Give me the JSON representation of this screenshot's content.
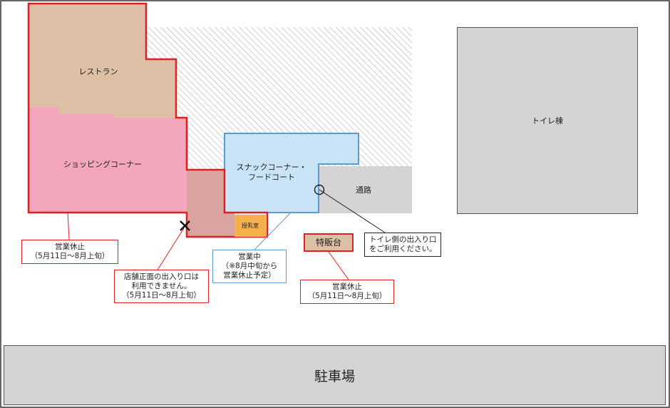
{
  "areas": {
    "restaurant": "レストラン",
    "shopping": "ショッピングコーナー",
    "snack_line1": "スナックコーナー・",
    "snack_line2": "フードコート",
    "passage": "通路",
    "nursing_room": "授乳室",
    "toilet_building": "トイレ棟",
    "parking": "駐車場",
    "special_stand": "特販台"
  },
  "callouts": {
    "shopping_closed": {
      "line1": "営業休止",
      "line2": "（5月11日～8月上旬）"
    },
    "entrance_closed": {
      "line1": "店舗正面の出入り口は",
      "line2": "利用できません。",
      "line3": "（5月11日～8月上旬）"
    },
    "snack_open": {
      "line1": "営業中",
      "line2": "（※8月中旬から",
      "line3": "営業休止予定）"
    },
    "toilet_entrance": {
      "line1": "トイレ側の出入り口",
      "line2": "をご利用ください。"
    },
    "stand_closed": {
      "line1": "営業休止",
      "line2": "（5月11日～8月上旬）"
    }
  },
  "colors": {
    "restaurant": "#dcbfa5",
    "shopping": "#f4a7bc",
    "snack": "#c9e4f6",
    "closed_border": "#e02020",
    "snack_border": "#5b9bd5",
    "nursing_room": "#f5b04c",
    "gray_area": "#d4d4d4"
  }
}
